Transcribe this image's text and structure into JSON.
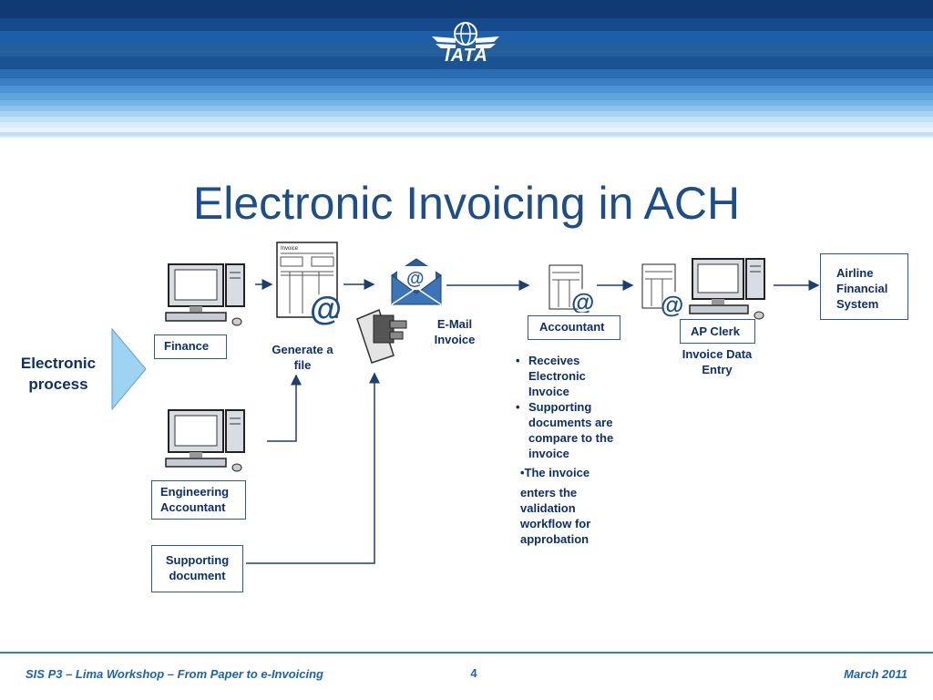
{
  "header": {
    "logo_text": "IATA",
    "band_colors": [
      "#0f3a74",
      "#1c5fa8",
      "#4d9bd8",
      "#9fd0f0"
    ]
  },
  "title": "Electronic Invoicing in ACH",
  "process_label": "Electronic process",
  "nodes": {
    "finance": "Finance",
    "generate_file": [
      "Generate a",
      "file"
    ],
    "email_invoice": [
      "E-Mail",
      "Invoice"
    ],
    "accountant": "Accountant",
    "ap_clerk": "AP Clerk",
    "invoice_data_entry": [
      "Invoice Data",
      "Entry"
    ],
    "airline_financial_system": [
      "Airline",
      "Financial",
      "System"
    ],
    "engineering_accountant": [
      "Engineering",
      "Accountant"
    ],
    "supporting_document": [
      "Supporting",
      "document"
    ]
  },
  "bullets": [
    [
      "Receives",
      "Electronic",
      "Invoice"
    ],
    [
      "Supporting",
      "documents are",
      "compare to the",
      "invoice"
    ]
  ],
  "extra_bullet": {
    "first_line": "•The  invoice",
    "lines": [
      "enters the",
      "validation",
      "workflow for",
      "approbation"
    ]
  },
  "icons": {
    "document_small_label": "Invoice",
    "at_symbol": "@"
  },
  "footer": {
    "left": "SIS P3 – Lima Workshop – From Paper to e-Invoicing",
    "page": "4",
    "right": "March 2011"
  },
  "colors": {
    "accent": "#1d4e8a",
    "arrow": "#1f3f73",
    "footer_text": "#1a63b5"
  }
}
